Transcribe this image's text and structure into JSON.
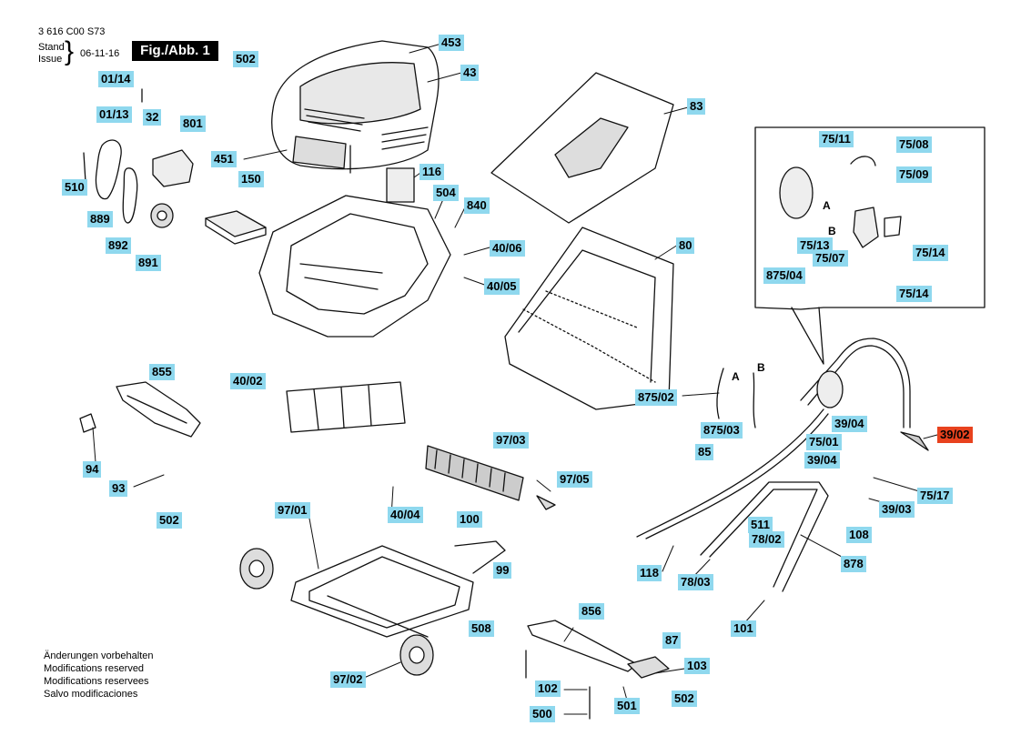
{
  "header": {
    "doc_number": "3 616 C00 S73",
    "stand": "Stand",
    "issue": "Issue",
    "date": "06-11-16",
    "figure": "Fig./Abb. 1"
  },
  "callouts": [
    {
      "id": "453",
      "text": "453"
    },
    {
      "id": "502-top",
      "text": "502"
    },
    {
      "id": "43",
      "text": "43"
    },
    {
      "id": "01-14",
      "text": "01/14"
    },
    {
      "id": "83",
      "text": "83"
    },
    {
      "id": "01-13",
      "text": "01/13"
    },
    {
      "id": "32",
      "text": "32"
    },
    {
      "id": "801",
      "text": "801"
    },
    {
      "id": "451",
      "text": "451"
    },
    {
      "id": "116",
      "text": "116"
    },
    {
      "id": "150",
      "text": "150"
    },
    {
      "id": "510",
      "text": "510"
    },
    {
      "id": "504",
      "text": "504"
    },
    {
      "id": "840",
      "text": "840"
    },
    {
      "id": "889",
      "text": "889"
    },
    {
      "id": "892",
      "text": "892"
    },
    {
      "id": "80",
      "text": "80"
    },
    {
      "id": "40-06",
      "text": "40/06"
    },
    {
      "id": "891",
      "text": "891"
    },
    {
      "id": "40-05",
      "text": "40/05"
    },
    {
      "id": "75-11",
      "text": "75/11"
    },
    {
      "id": "75-08",
      "text": "75/08"
    },
    {
      "id": "75-09",
      "text": "75/09"
    },
    {
      "id": "75-13",
      "text": "75/13"
    },
    {
      "id": "75-07",
      "text": "75/07"
    },
    {
      "id": "875-04",
      "text": "875/04"
    },
    {
      "id": "75-14a",
      "text": "75/14"
    },
    {
      "id": "75-14b",
      "text": "75/14"
    },
    {
      "id": "855",
      "text": "855"
    },
    {
      "id": "40-02",
      "text": "40/02"
    },
    {
      "id": "875-02",
      "text": "875/02"
    },
    {
      "id": "875-03",
      "text": "875/03"
    },
    {
      "id": "39-04a",
      "text": "39/04"
    },
    {
      "id": "39-02",
      "text": "39/02",
      "highlight": true
    },
    {
      "id": "97-03",
      "text": "97/03"
    },
    {
      "id": "75-01",
      "text": "75/01"
    },
    {
      "id": "85",
      "text": "85"
    },
    {
      "id": "94",
      "text": "94"
    },
    {
      "id": "39-04b",
      "text": "39/04"
    },
    {
      "id": "93",
      "text": "93"
    },
    {
      "id": "97-05",
      "text": "97/05"
    },
    {
      "id": "75-17",
      "text": "75/17"
    },
    {
      "id": "97-01",
      "text": "97/01"
    },
    {
      "id": "40-04",
      "text": "40/04"
    },
    {
      "id": "502-left",
      "text": "502"
    },
    {
      "id": "100",
      "text": "100"
    },
    {
      "id": "39-03",
      "text": "39/03"
    },
    {
      "id": "511",
      "text": "511"
    },
    {
      "id": "108",
      "text": "108"
    },
    {
      "id": "78-02",
      "text": "78/02"
    },
    {
      "id": "99",
      "text": "99"
    },
    {
      "id": "118",
      "text": "118"
    },
    {
      "id": "878",
      "text": "878"
    },
    {
      "id": "78-03",
      "text": "78/03"
    },
    {
      "id": "856",
      "text": "856"
    },
    {
      "id": "508",
      "text": "508"
    },
    {
      "id": "101",
      "text": "101"
    },
    {
      "id": "87",
      "text": "87"
    },
    {
      "id": "103",
      "text": "103"
    },
    {
      "id": "97-02",
      "text": "97/02"
    },
    {
      "id": "102",
      "text": "102"
    },
    {
      "id": "502-bottom",
      "text": "502"
    },
    {
      "id": "501",
      "text": "501"
    },
    {
      "id": "500",
      "text": "500"
    }
  ],
  "markers": {
    "a1": "A",
    "b1": "B",
    "a2": "A",
    "b2": "B"
  },
  "notes": [
    "Änderungen vorbehalten",
    "Modifications reserved",
    "Modifications reservees",
    "Salvo modificaciones"
  ],
  "colors": {
    "callout": "#8fd8ee",
    "callout_highlight": "#e8421e"
  }
}
